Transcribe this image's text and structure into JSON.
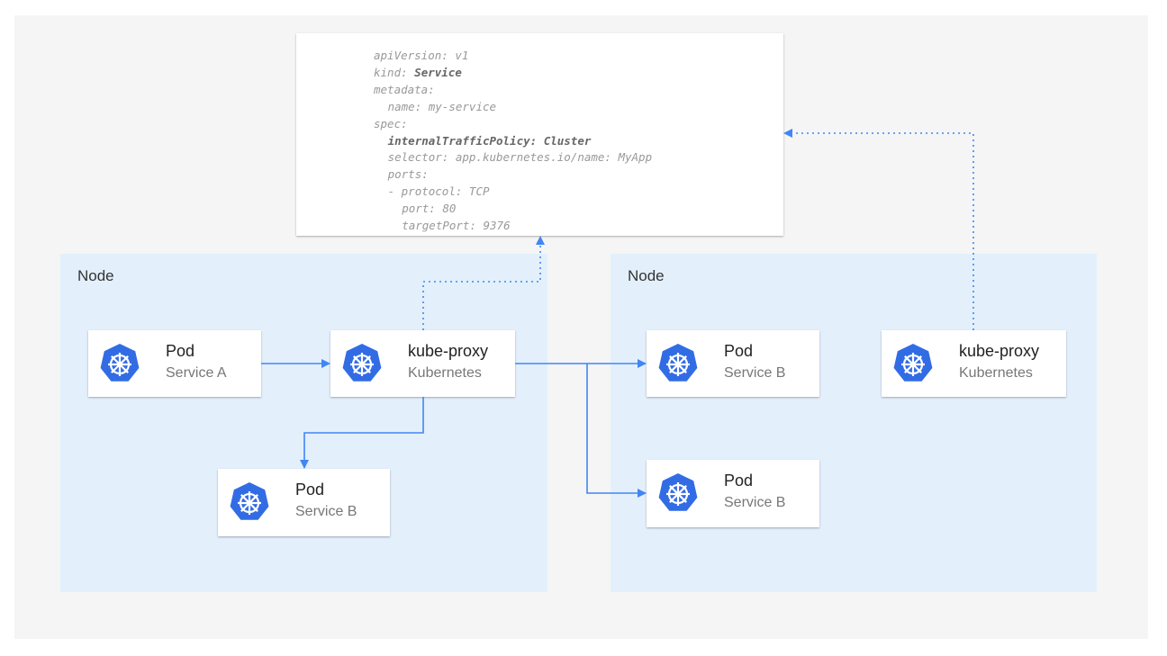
{
  "yaml": [
    {
      "indent": 0,
      "key": "apiVersion:",
      "value": " v1",
      "bold": false
    },
    {
      "indent": 0,
      "key": "kind:",
      "value": " Service",
      "bold": "value"
    },
    {
      "indent": 0,
      "key": "metadata:",
      "value": "",
      "bold": false
    },
    {
      "indent": 1,
      "key": "name:",
      "value": " my-service",
      "bold": false
    },
    {
      "indent": 0,
      "key": "spec:",
      "value": "",
      "bold": false
    },
    {
      "indent": 1,
      "key": "internalTrafficPolicy:",
      "value": " Cluster",
      "bold": "all"
    },
    {
      "indent": 1,
      "key": "selector:",
      "value": " app.kubernetes.io/name: MyApp",
      "bold": false
    },
    {
      "indent": 1,
      "key": "ports:",
      "value": "",
      "bold": false
    },
    {
      "indent": 1,
      "key": "- protocol:",
      "value": " TCP",
      "bold": false
    },
    {
      "indent": 2,
      "key": "port:",
      "value": " 80",
      "bold": false
    },
    {
      "indent": 2,
      "key": "targetPort:",
      "value": " 9376",
      "bold": false
    }
  ],
  "nodes": [
    {
      "label": "Node"
    },
    {
      "label": "Node"
    }
  ],
  "cards": {
    "pod_a": {
      "title": "Pod",
      "subtitle": "Service A",
      "icon": "kubernetes-icon"
    },
    "proxy_1": {
      "title": "kube-proxy",
      "subtitle": "Kubernetes",
      "icon": "kubernetes-icon"
    },
    "pod_b_left": {
      "title": "Pod",
      "subtitle": "Service B",
      "icon": "kubernetes-icon"
    },
    "pod_b_right_top": {
      "title": "Pod",
      "subtitle": "Service B",
      "icon": "kubernetes-icon"
    },
    "proxy_2": {
      "title": "kube-proxy",
      "subtitle": "Kubernetes",
      "icon": "kubernetes-icon"
    },
    "pod_b_right_bottom": {
      "title": "Pod",
      "subtitle": "Service B",
      "icon": "kubernetes-icon"
    }
  },
  "colors": {
    "arrow": "#4285f4",
    "icon": "#326ce5",
    "node_bg": "#e3f0fc",
    "canvas_bg": "#f5f5f5"
  }
}
